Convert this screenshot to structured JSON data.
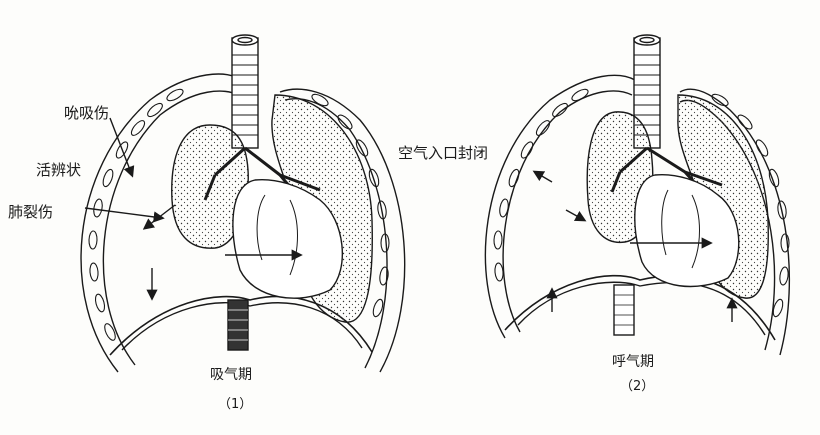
{
  "figure_left": {
    "labels": {
      "sucking_wound": "吮吸伤",
      "valve_like": "活辨状",
      "lung_laceration": "肺裂伤"
    },
    "caption": "吸气期",
    "number": "（1）"
  },
  "figure_right": {
    "labels": {
      "air_inlet_closed": "空气入口封闭"
    },
    "caption": "呼气期",
    "number": "（2）"
  }
}
